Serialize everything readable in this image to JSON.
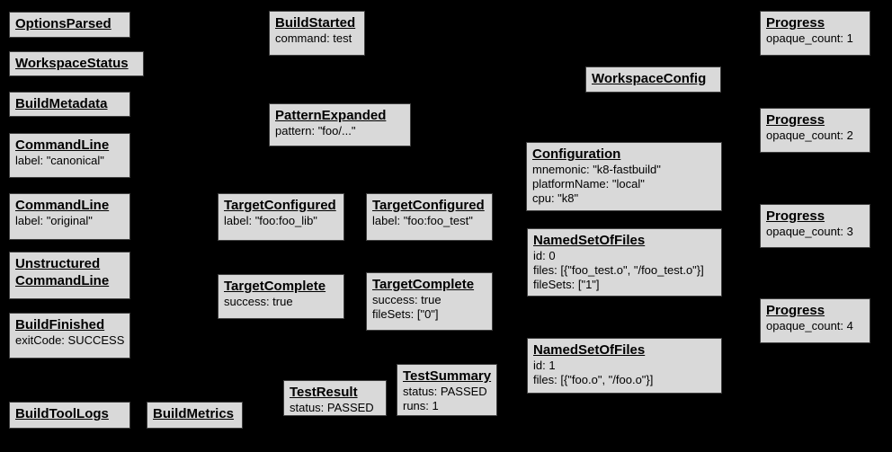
{
  "diagram": {
    "name": "build-event-protocol-event-graph",
    "colors": {
      "background": "#000000",
      "node_fill": "#d9d9d9",
      "node_border": "#3f3f3f",
      "text": "#000000"
    },
    "nodes": [
      {
        "id": "options-parsed",
        "title": "OptionsParsed",
        "lines": []
      },
      {
        "id": "workspace-status",
        "title": "WorkspaceStatus",
        "lines": []
      },
      {
        "id": "build-metadata",
        "title": "BuildMetadata",
        "lines": []
      },
      {
        "id": "command-line-canonical",
        "title": "CommandLine",
        "lines": [
          "label: \"canonical\""
        ]
      },
      {
        "id": "command-line-original",
        "title": "CommandLine",
        "lines": [
          "label: \"original\""
        ]
      },
      {
        "id": "unstructured-command-line",
        "title_lines": [
          "Unstructured",
          "CommandLine"
        ],
        "lines": []
      },
      {
        "id": "build-finished",
        "title": "BuildFinished",
        "lines": [
          "exitCode: SUCCESS"
        ]
      },
      {
        "id": "build-tool-logs",
        "title": "BuildToolLogs",
        "lines": []
      },
      {
        "id": "build-metrics",
        "title": "BuildMetrics",
        "lines": []
      },
      {
        "id": "build-started",
        "title": "BuildStarted",
        "lines": [
          "command: test"
        ]
      },
      {
        "id": "pattern-expanded",
        "title": "PatternExpanded",
        "lines": [
          "pattern: \"foo/...\""
        ]
      },
      {
        "id": "target-configured-foo-lib",
        "title": "TargetConfigured",
        "lines": [
          "label: \"foo:foo_lib\""
        ]
      },
      {
        "id": "target-configured-foo-test",
        "title": "TargetConfigured",
        "lines": [
          "label: \"foo:foo_test\""
        ]
      },
      {
        "id": "target-complete-foo-lib",
        "title": "TargetComplete",
        "lines": [
          "success: true"
        ]
      },
      {
        "id": "target-complete-foo-test",
        "title": "TargetComplete",
        "lines": [
          "success: true",
          "fileSets: [\"0\"]"
        ]
      },
      {
        "id": "test-result",
        "title": "TestResult",
        "lines": [
          "status: PASSED"
        ]
      },
      {
        "id": "test-summary",
        "title": "TestSummary",
        "lines": [
          "status: PASSED",
          "runs: 1"
        ]
      },
      {
        "id": "workspace-config",
        "title": "WorkspaceConfig",
        "lines": []
      },
      {
        "id": "configuration",
        "title": "Configuration",
        "lines": [
          "mnemonic: \"k8-fastbuild\"",
          "platformName: \"local\"",
          "cpu: \"k8\""
        ]
      },
      {
        "id": "named-set-of-files-0",
        "title": "NamedSetOfFiles",
        "lines": [
          "id: 0",
          "files: [{\"foo_test.o\", \"/foo_test.o\"}]",
          "fileSets: [\"1\"]"
        ]
      },
      {
        "id": "named-set-of-files-1",
        "title": "NamedSetOfFiles",
        "lines": [
          "id: 1",
          "files: [{\"foo.o\", \"/foo.o\"}]"
        ]
      },
      {
        "id": "progress-1",
        "title": "Progress",
        "lines": [
          "opaque_count: 1"
        ]
      },
      {
        "id": "progress-2",
        "title": "Progress",
        "lines": [
          "opaque_count: 2"
        ]
      },
      {
        "id": "progress-3",
        "title": "Progress",
        "lines": [
          "opaque_count: 3"
        ]
      },
      {
        "id": "progress-4",
        "title": "Progress",
        "lines": [
          "opaque_count: 4"
        ]
      }
    ]
  }
}
